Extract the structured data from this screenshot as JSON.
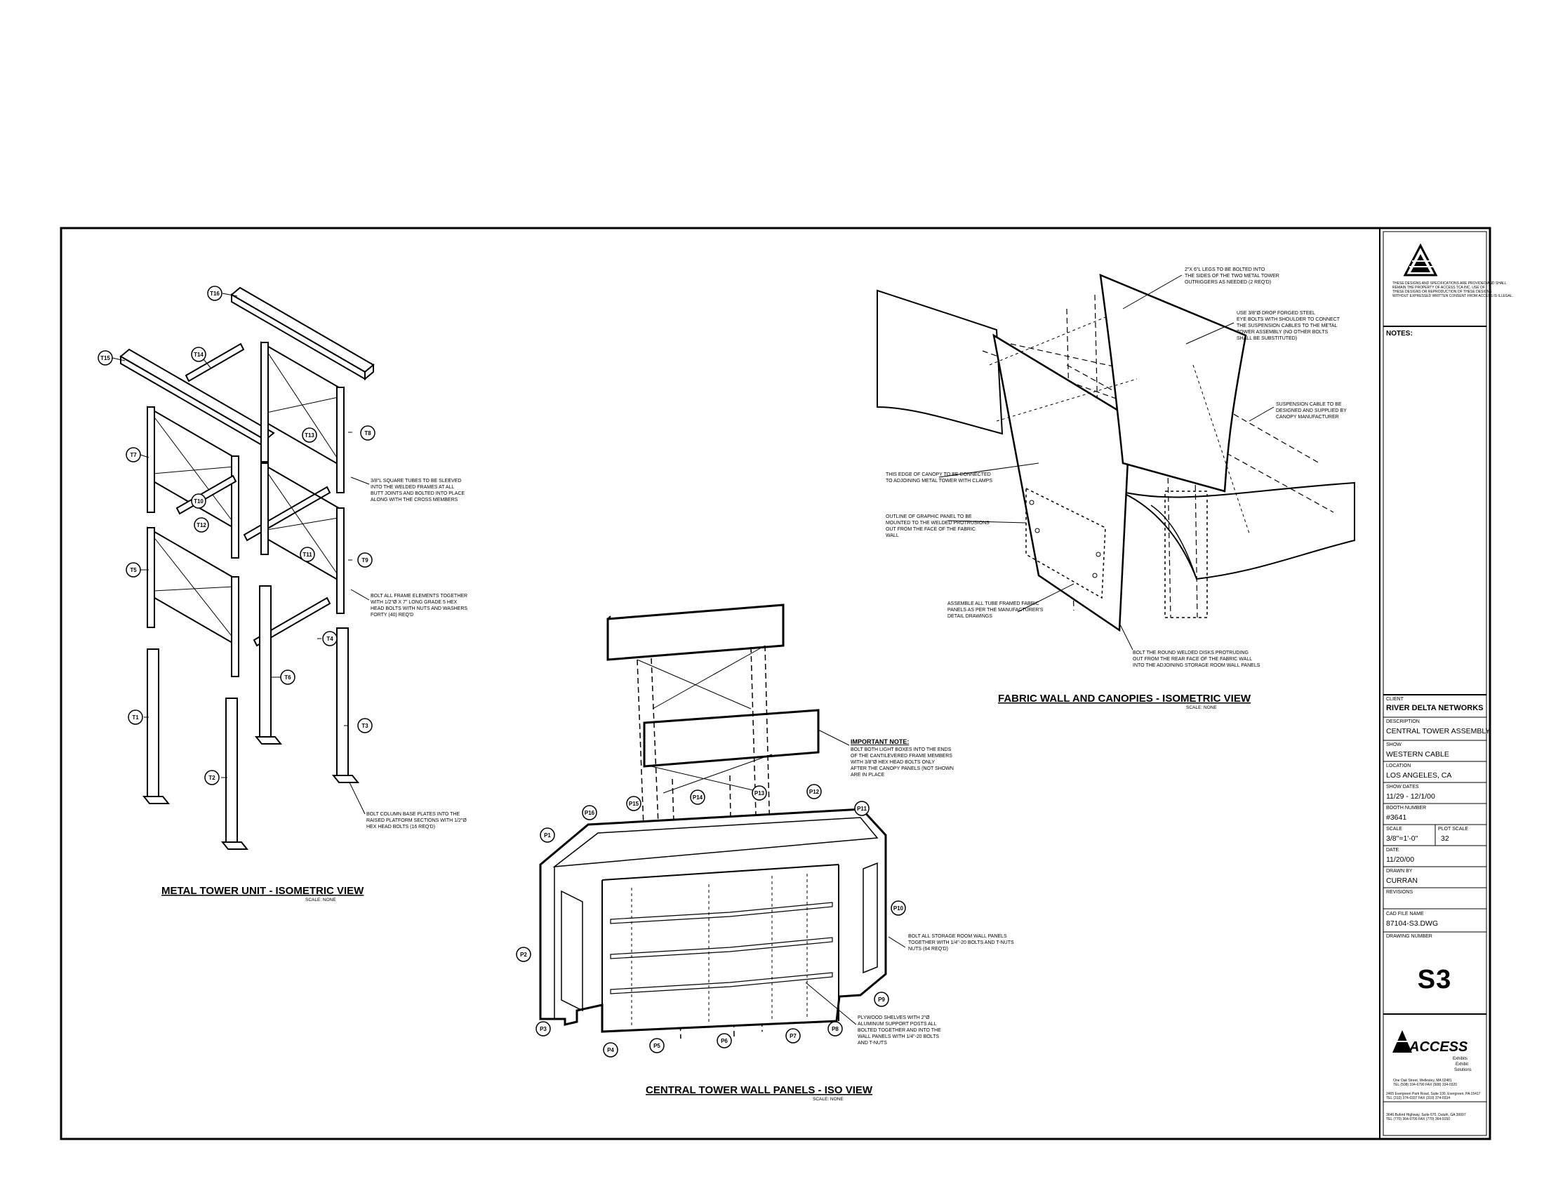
{
  "title_block": {
    "disclaimer": [
      "THESE DESIGNS AND SPECIFICATIONS ARE PROVIDED AND SHALL",
      "REMAIN THE PROPERTY OF ACCESS TCA INC. USE OF",
      "THESE DESIGNS OR REPRODUCTION OF THESE DESIGNS",
      "WITHOUT EXPRESSED WRITTEN CONSENT FROM ACCESS IS ILLEGAL."
    ],
    "notes_label": "NOTES:",
    "client_label": "CLIENT",
    "client": "RIVER DELTA NETWORKS",
    "description_label": "DESCRIPTION",
    "description": "CENTRAL TOWER ASSEMBLY",
    "show_label": "SHOW",
    "show": "WESTERN CABLE",
    "location_label": "LOCATION",
    "location": "LOS ANGELES, CA",
    "show_dates_label": "SHOW DATES",
    "show_dates": "11/29 - 12/1/00",
    "booth_label": "BOOTH NUMBER",
    "booth": "#3641",
    "scale_label": "SCALE",
    "scale": "3/8\"=1'-0\"",
    "plot_scale_label": "PLOT SCALE",
    "plot_scale": "32",
    "date_label": "DATE",
    "date": "11/20/00",
    "drawn_by_label": "DRAWN BY",
    "drawn_by": "CURRAN",
    "revisions_label": "REVISIONS",
    "cad_label": "CAD FILE NAME",
    "cad": "87104-S3.DWG",
    "drawing_number_label": "DRAWING NUMBER",
    "drawing_number": "S3",
    "company": "ACCESS",
    "company_tagline": [
      "Exhibits",
      "Exhibit",
      "Solutions"
    ],
    "address_1": [
      "One Oak Street, Wellesley, MA 02481",
      "TEL (508) 334-6790  FAX (508) 334-0320"
    ],
    "address_2": [
      "2465 Evergreen Park Road, Suite 100, Evergreen, PA 15417",
      "TEL (310) 374-0337          FAX (310) 374-0334"
    ],
    "address_3": [
      "3646 Buford Highway, Suite 670, Duluth, GA 30097",
      "TEL (770) 364-0700          FAX (770) 364-9150"
    ]
  },
  "views": {
    "metal_tower": {
      "title": "METAL TOWER UNIT - ISOMETRIC VIEW",
      "scale": "SCALE: NONE",
      "notes": [
        [
          "3/8\"L SQUARE TUBES TO BE SLEEVED",
          "INTO THE WELDED FRAMES AT ALL",
          "BUTT JOINTS AND BOLTED INTO PLACE",
          "ALONG WITH THE CROSS MEMBERS"
        ],
        [
          "BOLT ALL FRAME ELEMENTS TOGETHER",
          "WITH 1/2\"Ø X 7\" LONG GRADE 5 HEX",
          "HEAD BOLTS WITH NUTS AND WASHERS",
          "FORTY (40) REQ'D"
        ],
        [
          "BOLT COLUMN BASE PLATES INTO THE",
          "RAISED PLATFORM SECTIONS WITH 1/2\"Ø",
          "HEX HEAD BOLTS (16 REQ'D)"
        ]
      ],
      "callouts": [
        "T16",
        "T15",
        "T14",
        "T8",
        "T7",
        "T13",
        "T10",
        "T5",
        "T12",
        "T11",
        "T9",
        "T4",
        "T6",
        "T1",
        "T2",
        "T3"
      ]
    },
    "fabric_wall": {
      "title": "FABRIC WALL AND CANOPIES - ISOMETRIC VIEW",
      "scale": "SCALE: NONE",
      "notes": [
        [
          "2\"X 6\"L LEGS TO BE BOLTED INTO",
          "THE SIDES OF THE TWO METAL TOWER",
          "OUTRIGGERS AS NEEDED (2 REQ'D)"
        ],
        [
          "USE 3/8\"Ø DROP FORGED STEEL",
          "EYE BOLTS WITH SHOULDER TO CONNECT",
          "THE SUSPENSION CABLES TO THE METAL",
          "TOWER ASSEMBLY (NO OTHER BOLTS",
          "SHALL BE SUBSTITUTED)"
        ],
        [
          "SUSPENSION CABLE TO BE",
          "DESIGNED AND SUPPLIED BY",
          "CANOPY MANUFACTURER"
        ],
        [
          "THIS EDGE OF CANOPY TO BE CONNECTED",
          "TO ADJOINING METAL TOWER WITH CLAMPS"
        ],
        [
          "OUTLINE OF GRAPHIC PANEL TO BE",
          "MOUNTED TO THE WELDED PROTRUSIONS",
          "OUT FROM THE FACE OF THE FABRIC",
          "WALL"
        ],
        [
          "ASSEMBLE ALL TUBE FRAMED FABRIC",
          "PANELS AS PER THE MANUFACTURER'S",
          "DETAIL DRAWINGS"
        ],
        [
          "BOLT THE ROUND WELDED DISKS PROTRUDING",
          "OUT FROM THE REAR FACE OF THE FABRIC WALL",
          "INTO THE ADJOINING STORAGE ROOM WALL PANELS"
        ]
      ]
    },
    "central_tower": {
      "title": "CENTRAL TOWER WALL PANELS - ISO VIEW",
      "scale": "SCALE: NONE",
      "important_note_title": "IMPORTANT NOTE:",
      "important_note": [
        "BOLT BOTH LIGHT BOXES INTO THE ENDS",
        "OF THE CANTILEVERED FRAME MEMBERS",
        "WITH 3/8\"Ø HEX HEAD BOLTS ONLY",
        "AFTER THE CANOPY PANELS (NOT SHOWN",
        "ARE IN PLACE"
      ],
      "notes": [
        [
          "BOLT ALL STORAGE ROOM WALL PANELS",
          "TOGETHER WITH 1/4\"-20 BOLTS AND T-NUTS",
          "NUTS (64 REQ'D)"
        ],
        [
          "PLYWOOD SHELVES WITH 2\"Ø",
          "ALUMINUM SUPPORT POSTS ALL",
          "BOLTED TOGETHER AND INTO THE",
          "WALL PANELS WITH 1/4\"-20 BOLTS",
          "AND T-NUTS"
        ]
      ],
      "callouts": [
        "P16",
        "P15",
        "P14",
        "P13",
        "P12",
        "P11",
        "P1",
        "P10",
        "P2",
        "P9",
        "P3",
        "P4",
        "P5",
        "P6",
        "P7",
        "P8"
      ]
    }
  }
}
